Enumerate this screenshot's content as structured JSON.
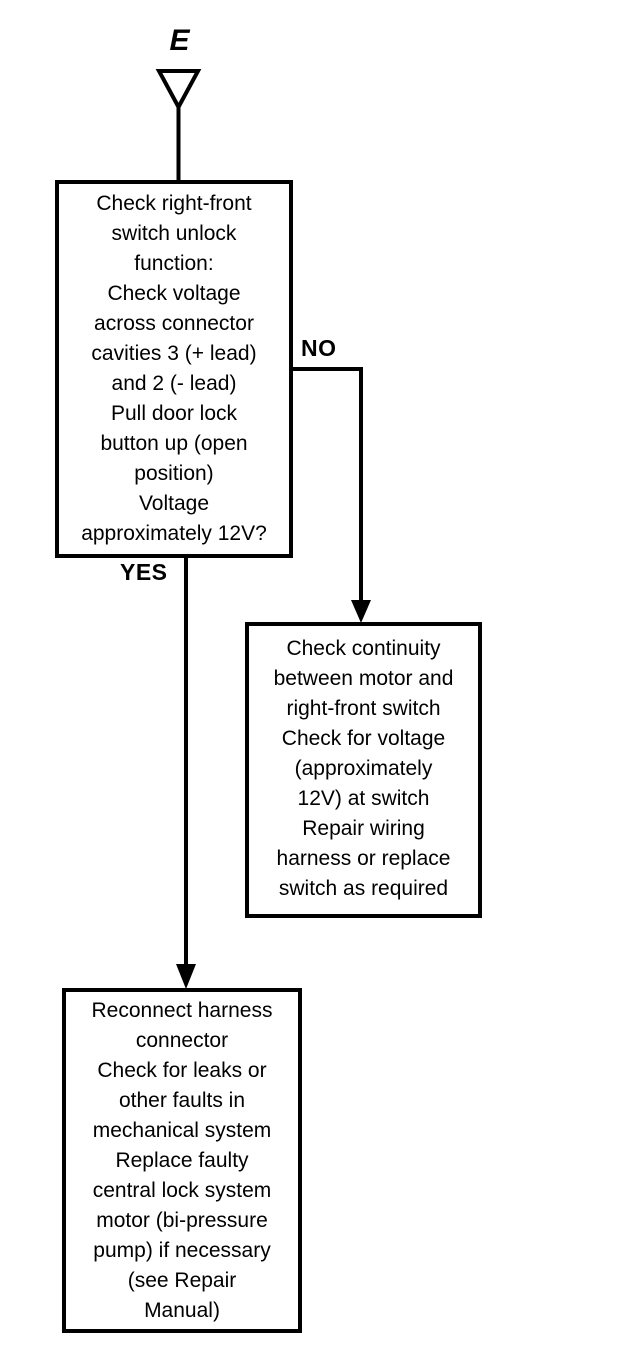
{
  "diagram": {
    "type": "flowchart",
    "colors": {
      "background": "#ffffff",
      "line": "#000000",
      "text": "#000000"
    },
    "entry_connector": {
      "label": "E"
    },
    "branch_labels": {
      "no": "NO",
      "yes": "YES"
    },
    "nodes": [
      {
        "name": "check-right-front-switch-unlock",
        "text": "Check right-front\nswitch unlock\nfunction:\nCheck voltage\nacross connector\ncavities 3 (+ lead)\nand 2 (- lead)\nPull door lock\nbutton up (open\nposition)\nVoltage\napproximately 12V?"
      },
      {
        "name": "check-continuity-repair-switch",
        "text": "Check continuity\nbetween motor and\nright-front switch\nCheck for voltage\n(approximately\n12V) at switch\nRepair wiring\nharness or replace\nswitch as required"
      },
      {
        "name": "reconnect-harness-check-mechanical",
        "text": "Reconnect harness\nconnector\nCheck for leaks or\nother faults in\nmechanical system\nReplace faulty\ncentral lock system\nmotor (bi-pressure\npump) if necessary\n(see Repair\nManual)"
      }
    ]
  }
}
